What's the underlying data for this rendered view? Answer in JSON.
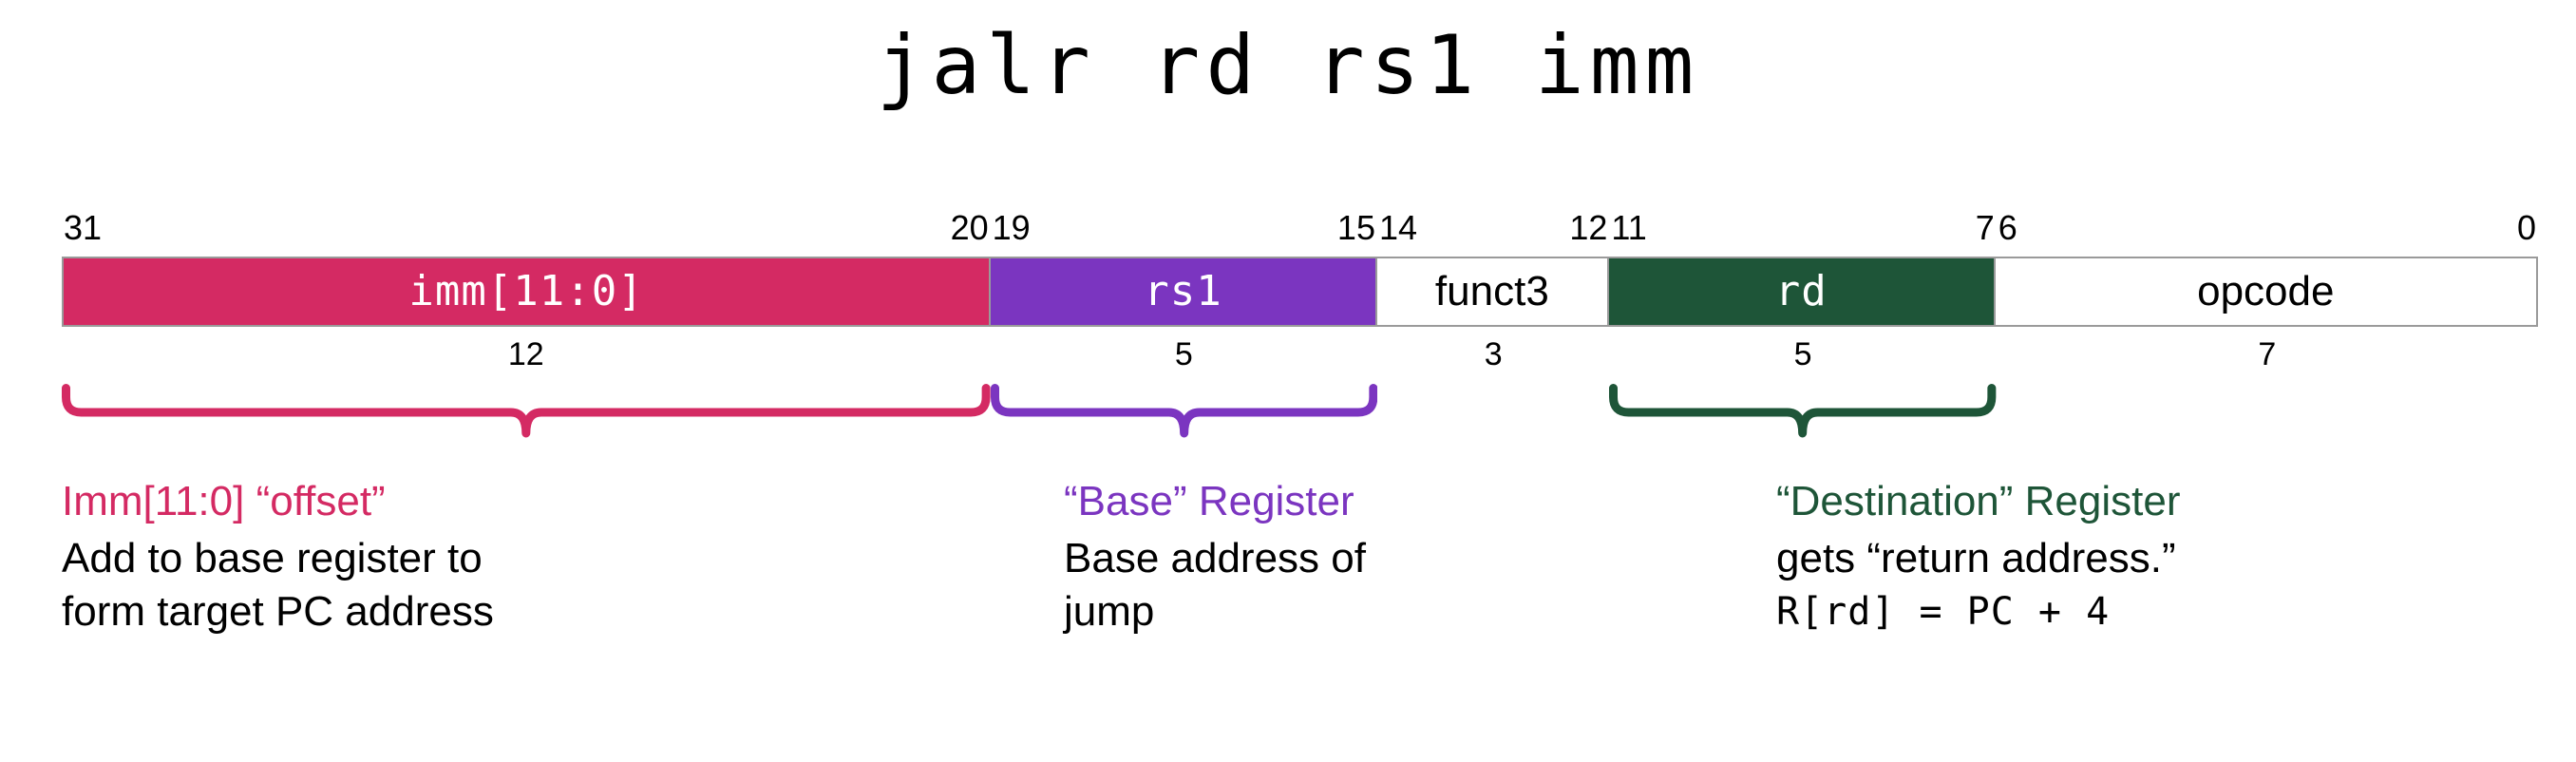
{
  "title": "jalr rd rs1 imm",
  "colors": {
    "imm": "#D42A63",
    "rs1": "#7B35C0",
    "rd": "#1E5538",
    "neutral": "#FFFFFF",
    "border": "#9A9A9A",
    "text_dark": "#000000",
    "text_light": "#FFFFFF"
  },
  "bit_ruler": [
    {
      "high": "31",
      "low": "20"
    },
    {
      "high": "19",
      "low": "15"
    },
    {
      "high": "14",
      "low": "12"
    },
    {
      "high": "11",
      "low": "7"
    },
    {
      "high": "6",
      "low": "0"
    }
  ],
  "fields": [
    {
      "label": "imm[11:0]",
      "width_bits": "12",
      "bits_high": 31,
      "bits_low": 20,
      "fill": "#D42A63",
      "text_color": "#FFFFFF",
      "font": "mono"
    },
    {
      "label": "rs1",
      "width_bits": "5",
      "bits_high": 19,
      "bits_low": 15,
      "fill": "#7B35C0",
      "text_color": "#FFFFFF",
      "font": "mono"
    },
    {
      "label": "funct3",
      "width_bits": "3",
      "bits_high": 14,
      "bits_low": 12,
      "fill": "#FFFFFF",
      "text_color": "#000000",
      "font": "sans"
    },
    {
      "label": "rd",
      "width_bits": "5",
      "bits_high": 11,
      "bits_low": 7,
      "fill": "#1E5538",
      "text_color": "#FFFFFF",
      "font": "mono"
    },
    {
      "label": "opcode",
      "width_bits": "7",
      "bits_high": 6,
      "bits_low": 0,
      "fill": "#FFFFFF",
      "text_color": "#000000",
      "font": "sans"
    }
  ],
  "annotations": [
    {
      "heading": "Imm[11:0] “offset”",
      "color": "#D42A63",
      "lines": [
        {
          "text": "Add to base register to",
          "mono": false
        },
        {
          "text": "form target PC address",
          "mono": false
        }
      ]
    },
    {
      "heading": "“Base” Register",
      "color": "#7B35C0",
      "lines": [
        {
          "text": "Base address of",
          "mono": false
        },
        {
          "text": "jump",
          "mono": false
        }
      ]
    },
    {
      "heading": "“Destination” Register",
      "color": "#1E5538",
      "lines": [
        {
          "text": "gets “return address.”",
          "mono": false
        },
        {
          "text": "R[rd] = PC + 4",
          "mono": true
        }
      ]
    }
  ]
}
